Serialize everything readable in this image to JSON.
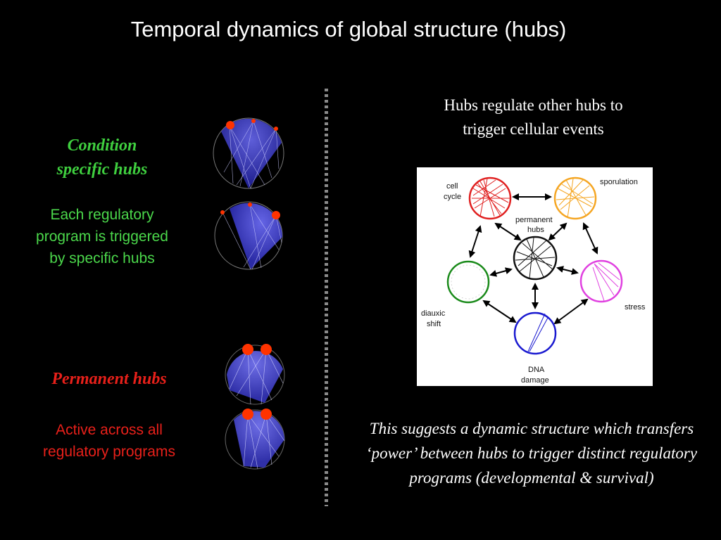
{
  "title": "Temporal dynamics of global structure (hubs)",
  "left": {
    "condition_heading": [
      "Condition",
      "specific hubs"
    ],
    "condition_desc": [
      "Each regulatory",
      "program is triggered",
      "by specific hubs"
    ],
    "permanent_heading": "Permanent hubs",
    "permanent_desc": [
      "Active across all",
      "regulatory programs"
    ]
  },
  "right": {
    "heading": [
      "Hubs regulate other hubs to",
      "trigger cellular events"
    ],
    "conclusion": [
      "This suggests a dynamic structure which transfers",
      "‘power’ between hubs to trigger distinct regulatory",
      "programs (developmental & survival)"
    ]
  },
  "diagram": {
    "labels": {
      "cell_cycle": [
        "cell",
        "cycle"
      ],
      "sporulation": "sporulation",
      "permanent_hubs": [
        "permanent",
        "hubs"
      ],
      "stress": "stress",
      "diauxic_shift": [
        "diauxic",
        "shift"
      ],
      "dna_damage": [
        "DNA",
        "damage"
      ]
    },
    "colors": {
      "cell_cycle": "#e02020",
      "sporulation": "#f5a623",
      "permanent": "#111111",
      "stress": "#e040e0",
      "diauxic": "#1a8a1a",
      "dna": "#1a1ad0"
    }
  },
  "colors": {
    "condition_text": "#3fcf3f",
    "permanent_text": "#e8201a",
    "hub_dot": "#ff3300",
    "network_edge": "#8f8fff"
  }
}
